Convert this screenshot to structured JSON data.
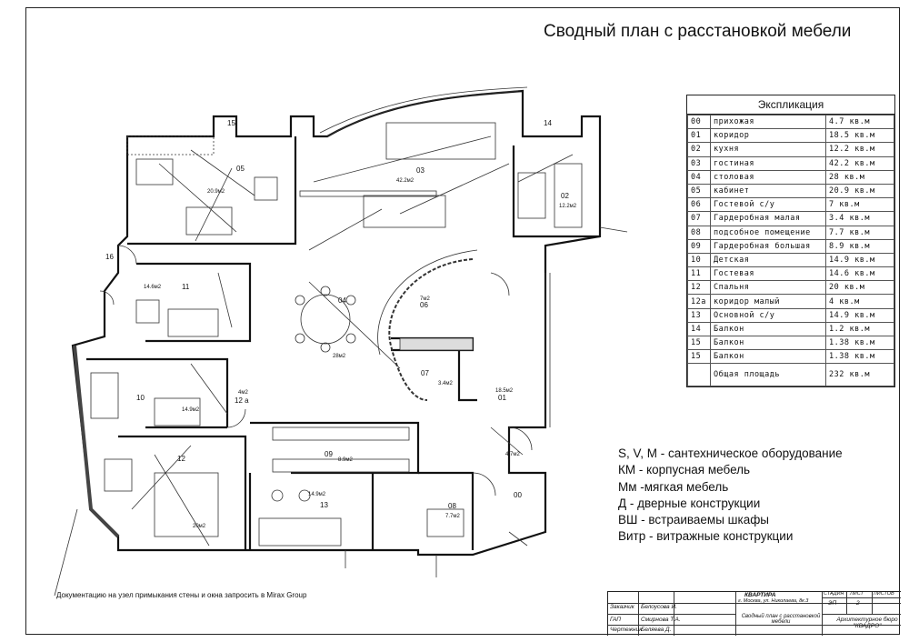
{
  "title": "Сводный план с расстановкой мебели",
  "explication": {
    "heading": "Экспликация",
    "rows": [
      {
        "num": "00",
        "name": "прихожая",
        "area": "4.7 кв.м"
      },
      {
        "num": "01",
        "name": "коридор",
        "area": "18.5 кв.м"
      },
      {
        "num": "02",
        "name": "кухня",
        "area": "12.2 кв.м"
      },
      {
        "num": "03",
        "name": "гостиная",
        "area": "42.2 кв.м"
      },
      {
        "num": "04",
        "name": "столовая",
        "area": "28 кв.м"
      },
      {
        "num": "05",
        "name": "кабинет",
        "area": "20.9 кв.м"
      },
      {
        "num": "06",
        "name": "Гостевой с/у",
        "area": "7 кв.м"
      },
      {
        "num": "07",
        "name": "Гардеробная малая",
        "area": "3.4 кв.м"
      },
      {
        "num": "08",
        "name": "подсобное помещение",
        "area": "7.7 кв.м"
      },
      {
        "num": "09",
        "name": "Гардеробная большая",
        "area": "8.9 кв.м"
      },
      {
        "num": "10",
        "name": "Детская",
        "area": "14.9 кв.м"
      },
      {
        "num": "11",
        "name": "Гостевая",
        "area": "14.6 кв.м"
      },
      {
        "num": "12",
        "name": "Спальня",
        "area": "20 кв.м"
      },
      {
        "num": "12a",
        "name": "коридор малый",
        "area": "4 кв.м"
      },
      {
        "num": "13",
        "name": "Основной с/у",
        "area": "14.9 кв.м"
      },
      {
        "num": "14",
        "name": "Балкон",
        "area": "1.2 кв.м"
      },
      {
        "num": "15",
        "name": "Балкон",
        "area": "1.38 кв.м"
      },
      {
        "num": "15",
        "name": "Балкон",
        "area": "1.38 кв.м"
      }
    ],
    "total_label": "Общая площадь",
    "total_area": "232 кв.м"
  },
  "legend": [
    "S, V, M - сантехническое оборудование",
    "КМ - корпусная мебель",
    "Мм -мягкая мебель",
    "Д - дверные конструкции",
    "ВШ - встраиваемы шкафы",
    "Витр - витражные конструкции"
  ],
  "note": "Документацию на узел примыкания стены и окна запросить в  Mirax Group",
  "rooms": [
    {
      "id": "r03",
      "num": "03",
      "area": "42.2м2"
    },
    {
      "id": "r05",
      "num": "05",
      "area": "20.9м2"
    },
    {
      "id": "r02",
      "num": "02",
      "area": "12.2м2"
    },
    {
      "id": "r11",
      "num": "11",
      "area": "14.6м2"
    },
    {
      "id": "r04",
      "num": "04",
      "area": "28м2"
    },
    {
      "id": "r06",
      "num": "06",
      "area": "7м2"
    },
    {
      "id": "r07",
      "num": "07",
      "area": "3.4м2"
    },
    {
      "id": "r01",
      "num": "01",
      "area": "18.5м2"
    },
    {
      "id": "r10",
      "num": "10",
      "area": "14.9м2"
    },
    {
      "id": "r12a",
      "num": "12 а",
      "area": "4м2"
    },
    {
      "id": "r12",
      "num": "12",
      "area": "20м2"
    },
    {
      "id": "r09",
      "num": "09",
      "area": "8.9м2"
    },
    {
      "id": "r13",
      "num": "13",
      "area": "14.9м2"
    },
    {
      "id": "r08",
      "num": "08",
      "area": "7.7м2"
    },
    {
      "id": "r00",
      "num": "00",
      "area": "4.7м2"
    },
    {
      "id": "r14",
      "num": "14",
      "area": ""
    },
    {
      "id": "r15",
      "num": "15",
      "area": ""
    },
    {
      "id": "r16",
      "num": "16",
      "area": ""
    }
  ],
  "stamp": {
    "project": "КВАРТИРА",
    "address": "г. Москва, ул. Николаева, 8к.3",
    "sheet_title": "Сводный план с расстановкой мебели",
    "stage_label": "СТАДИЯ",
    "sheet_label": "ЛИСТ",
    "sheets_label": "ЛИСТОВ",
    "stage": "ЭП",
    "sheet": "2",
    "client_label": "Заказчик",
    "client": "Белоусова И.",
    "gap_label": "ГАП",
    "gap": "Смирнова Т.А.",
    "drafter_label": "Чертежник",
    "drafter": "Беляева Д.",
    "bureau": "Архитектурное бюро \"КВАДРО\""
  }
}
